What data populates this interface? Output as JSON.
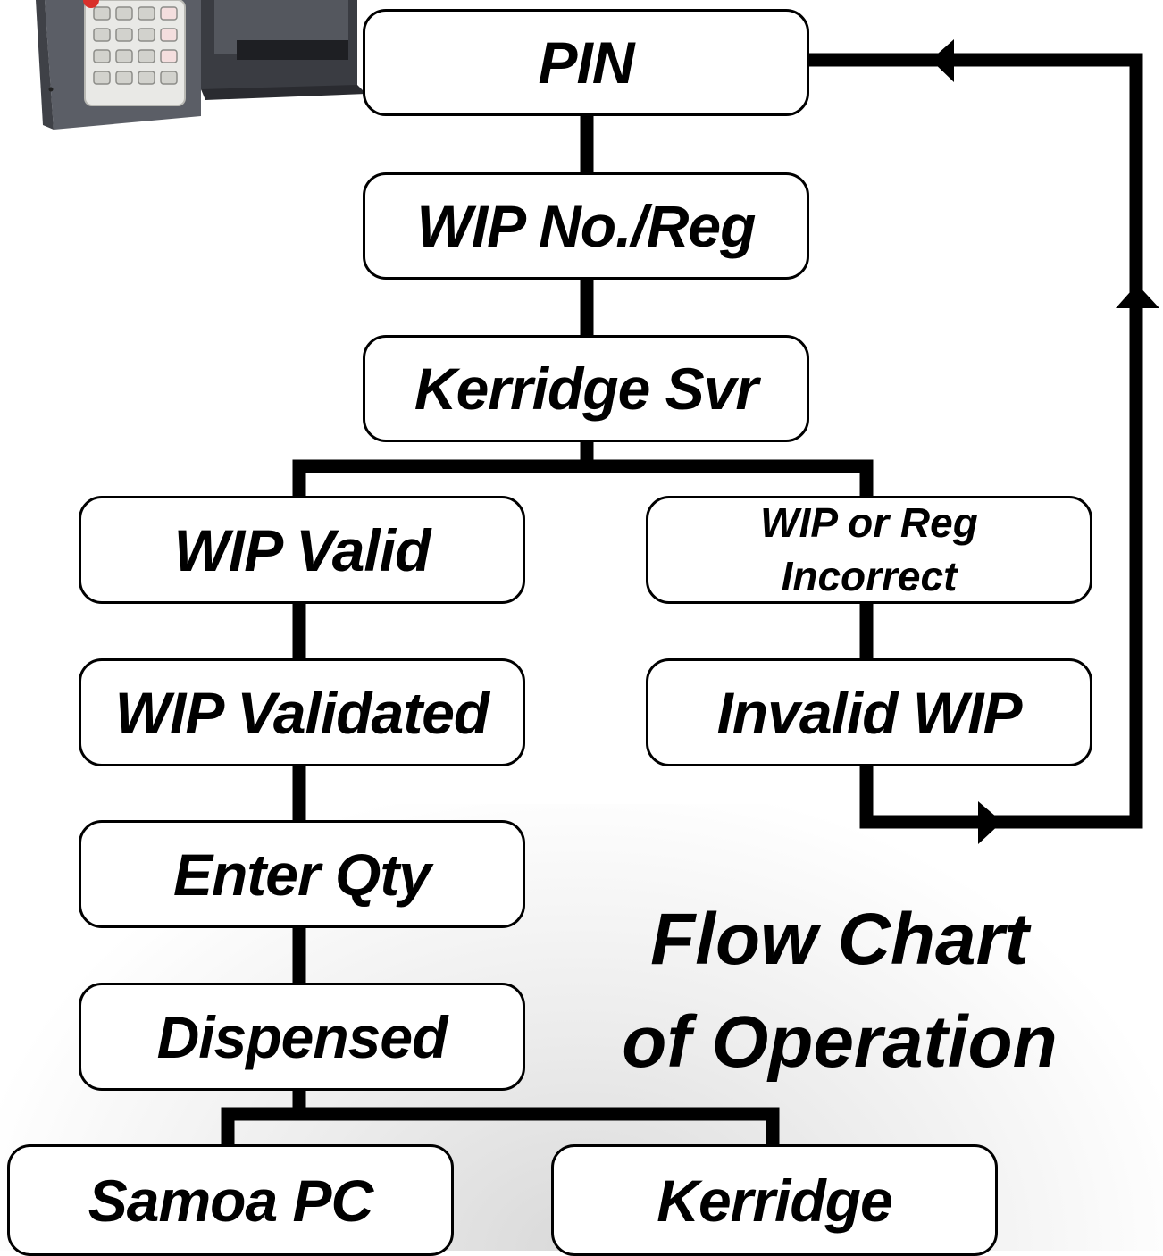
{
  "diagram": {
    "title_line_1": "Flow Chart",
    "title_line_2": "of Operation",
    "nodes": {
      "pin": "PIN",
      "wip_no_reg": "WIP No./Reg",
      "kerridge_svr": "Kerridge Svr",
      "wip_valid": "WIP Valid",
      "wip_incorrect_line_1": "WIP or Reg",
      "wip_incorrect_line_2": "Incorrect",
      "wip_validated": "WIP Validated",
      "invalid_wip": "Invalid WIP",
      "enter_qty": "Enter Qty",
      "dispensed": "Dispensed",
      "samoa_pc": "Samoa PC",
      "kerridge": "Kerridge"
    },
    "colors": {
      "line": "#000000",
      "box_fill": "#ffffff",
      "box_border": "#000000",
      "keypad_body": "#5b5e66",
      "keypad_face": "#e9e9e6"
    }
  }
}
